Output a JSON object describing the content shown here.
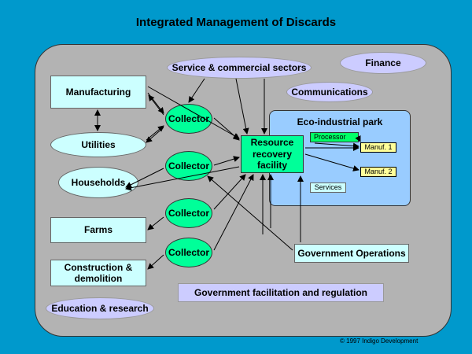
{
  "title": "Integrated Management of Discards",
  "nodes": {
    "manufacturing": "Manufacturing",
    "utilities": "Utilities",
    "households": "Households",
    "farms": "Farms",
    "construction": "Construction & demolition",
    "service": "Service & commercial sectors",
    "finance": "Finance",
    "communications": "Communications",
    "collector": "Collector",
    "resource_recovery": "Resource recovery facility",
    "eco_park": "Eco-industrial park",
    "processor": "Processor",
    "manuf1": "Manuf. 1",
    "manuf2": "Manuf. 2",
    "services": "Services",
    "government_operations": "Government Operations",
    "government_facilitation": "Government facilitation and regulation",
    "education": "Education & research"
  },
  "colors": {
    "background": "#0099cc",
    "canvas": "#b3b3b3",
    "box": "#ccffff",
    "oval": "#ccccff",
    "collector": "#00ff99",
    "eco_park": "#99ccff",
    "manuf": "#ffff99"
  },
  "copyright": "© 1997 Indigo Development"
}
